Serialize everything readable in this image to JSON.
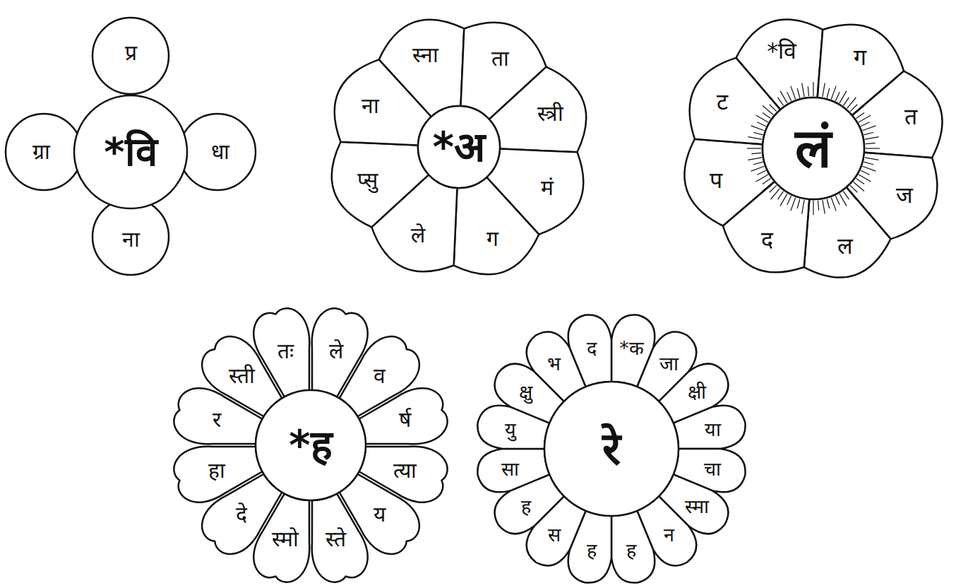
{
  "diagram": {
    "nodes": [
      {
        "text": [
          "*वि"
        ]
      },
      {
        "text": [
          "प्र"
        ]
      },
      {
        "text": [
          "धा"
        ]
      },
      {
        "text": [
          "ना"
        ]
      },
      {
        "text": [
          "ग्रा"
        ]
      },
      {
        "text": [
          "*अ"
        ]
      },
      {
        "text": [
          "स्ना"
        ]
      },
      {
        "text": [
          "ता"
        ]
      },
      {
        "text": [
          "स्त्री"
        ]
      },
      {
        "text": [
          "मं"
        ]
      },
      {
        "text": [
          "ग"
        ]
      },
      {
        "text": [
          "ले"
        ]
      },
      {
        "text": [
          "प्सु"
        ]
      },
      {
        "text": [
          "ना"
        ]
      },
      {
        "text": [
          "लं"
        ]
      },
      {
        "text": [
          "*वि"
        ]
      },
      {
        "text": [
          "ग"
        ]
      },
      {
        "text": [
          "त"
        ]
      },
      {
        "text": [
          "ज"
        ]
      },
      {
        "text": [
          "ल"
        ]
      },
      {
        "text": [
          "द"
        ]
      },
      {
        "text": [
          "प"
        ]
      },
      {
        "text": [
          "ट"
        ]
      },
      {
        "text": [
          "*ह"
        ]
      },
      {
        "text": [
          "तः"
        ]
      },
      {
        "text": [
          "ले"
        ]
      },
      {
        "text": [
          "व"
        ]
      },
      {
        "text": [
          "र्ष"
        ]
      },
      {
        "text": [
          "त्या"
        ]
      },
      {
        "text": [
          "य"
        ]
      },
      {
        "text": [
          "स्ते"
        ]
      },
      {
        "text": [
          "स्मो"
        ]
      },
      {
        "text": [
          "दे"
        ]
      },
      {
        "text": [
          "हा"
        ]
      },
      {
        "text": [
          "र"
        ]
      },
      {
        "text": [
          "स्ती"
        ]
      },
      {
        "text": [
          "रे"
        ]
      },
      {
        "text": [
          "*क"
        ]
      },
      {
        "text": [
          "जा"
        ]
      },
      {
        "text": [
          "क्षी"
        ]
      },
      {
        "text": [
          "या"
        ]
      },
      {
        "text": [
          "चा"
        ]
      },
      {
        "text": [
          "स्मा"
        ]
      },
      {
        "text": [
          "न"
        ]
      },
      {
        "text": [
          "ह"
        ]
      },
      {
        "text": [
          "ह"
        ]
      },
      {
        "text": [
          "स"
        ]
      },
      {
        "text": [
          "ह"
        ]
      },
      {
        "text": [
          "सा"
        ]
      },
      {
        "text": [
          "यु"
        ]
      },
      {
        "text": [
          "क्षु"
        ]
      },
      {
        "text": [
          "भ"
        ]
      },
      {
        "text": [
          "द"
        ]
      }
    ]
  }
}
